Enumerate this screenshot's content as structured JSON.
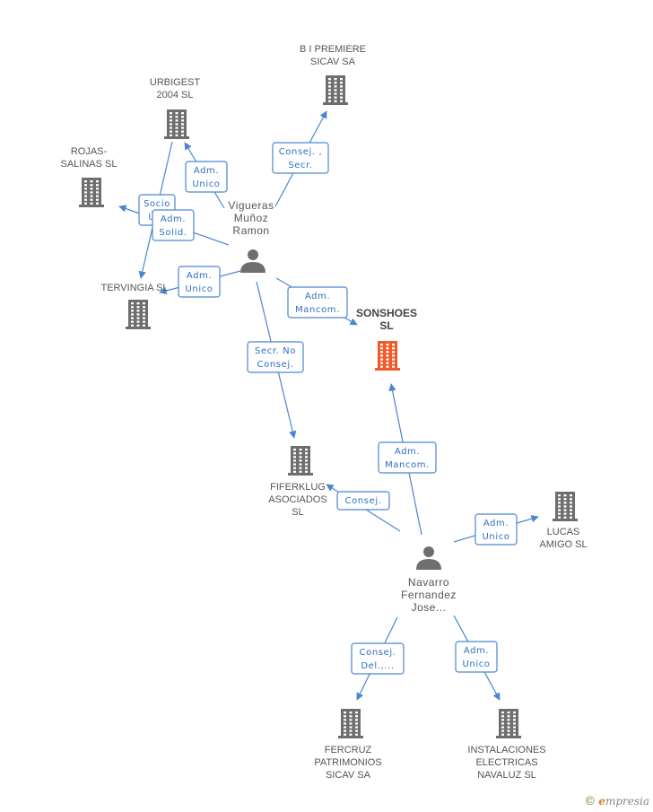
{
  "colors": {
    "edge": "#4a86d0",
    "company": "#6e6e6e",
    "focus_company": "#f05a28",
    "person": "#6e6e6e"
  },
  "companies": [
    {
      "id": "bipremiere",
      "lines": [
        "B I PREMIERE",
        "SICAV SA"
      ],
      "icon": "building-icon"
    },
    {
      "id": "urbigest",
      "lines": [
        "URBIGEST",
        "2004 SL"
      ],
      "icon": "building-icon"
    },
    {
      "id": "rojas",
      "lines": [
        "ROJAS-",
        "SALINAS SL"
      ],
      "icon": "building-icon"
    },
    {
      "id": "tervingia",
      "lines": [
        "TERVINGIA SL"
      ],
      "icon": "building-icon"
    },
    {
      "id": "sonshoes",
      "lines": [
        "SONSHOES",
        "SL"
      ],
      "icon": "building-icon",
      "focus": true
    },
    {
      "id": "fiferklug",
      "lines": [
        "FIFERKLUG",
        "ASOCIADOS",
        "SL"
      ],
      "icon": "building-icon"
    },
    {
      "id": "lucas",
      "lines": [
        "LUCAS",
        "AMIGO SL"
      ],
      "icon": "building-icon"
    },
    {
      "id": "fercruz",
      "lines": [
        "FERCRUZ",
        "PATRIMONIOS",
        "SICAV SA"
      ],
      "icon": "building-icon"
    },
    {
      "id": "instalaciones",
      "lines": [
        "INSTALACIONES",
        "ELECTRICAS",
        "NAVALUZ SL"
      ],
      "icon": "building-icon"
    }
  ],
  "persons": [
    {
      "id": "vigueras",
      "lines": [
        "Vigueras",
        "Muñoz",
        "Ramon"
      ],
      "icon": "person-icon"
    },
    {
      "id": "navarro",
      "lines": [
        "Navarro",
        "Fernandez",
        "Jose..."
      ],
      "icon": "person-icon"
    }
  ],
  "edges": [
    {
      "from": "vigueras",
      "to": "bipremiere",
      "lines": [
        "Consej. ,",
        "Secr."
      ]
    },
    {
      "from": "vigueras",
      "to": "urbigest",
      "lines": [
        "Adm.",
        "Unico"
      ]
    },
    {
      "from": "urbigest",
      "to": "tervingia",
      "lines": [
        "Socio",
        "Ú..."
      ]
    },
    {
      "from": "vigueras",
      "to": "rojas",
      "lines": [
        "Adm.",
        "Solid."
      ]
    },
    {
      "from": "vigueras",
      "to": "tervingia",
      "lines": [
        "Adm.",
        "Unico"
      ]
    },
    {
      "from": "vigueras",
      "to": "sonshoes",
      "lines": [
        "Adm.",
        "Mancom."
      ]
    },
    {
      "from": "vigueras",
      "to": "fiferklug",
      "lines": [
        "Secr. No",
        "Consej."
      ]
    },
    {
      "from": "navarro",
      "to": "sonshoes",
      "lines": [
        "Adm.",
        "Mancom."
      ]
    },
    {
      "from": "navarro",
      "to": "fiferklug",
      "lines": [
        "Consej."
      ]
    },
    {
      "from": "navarro",
      "to": "lucas",
      "lines": [
        "Adm.",
        "Unico"
      ]
    },
    {
      "from": "navarro",
      "to": "fercruz",
      "lines": [
        "Consej.",
        "Del.,..."
      ]
    },
    {
      "from": "navarro",
      "to": "instalaciones",
      "lines": [
        "Adm.",
        "Unico"
      ]
    }
  ],
  "brand": {
    "symbol": "©",
    "initial": "e",
    "rest": "mpresia"
  }
}
